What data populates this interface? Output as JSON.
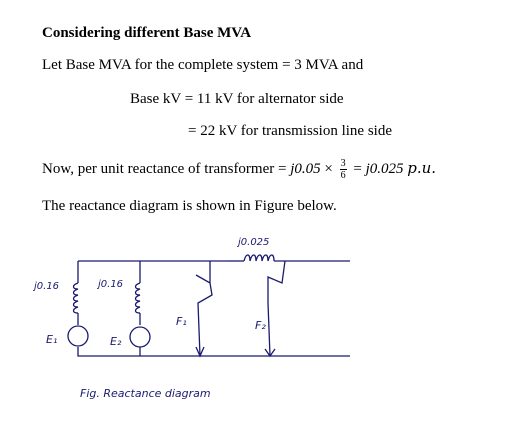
{
  "heading": "Considering different Base MVA",
  "line1": "Let Base MVA for the complete system = 3 MVA and",
  "line2": "Base kV = 11 kV for alternator side",
  "line3": "= 22 kV for transmission line side",
  "line4": {
    "prefix": "Now, per unit reactance of transformer = ",
    "value": "j0.05",
    "times": " × ",
    "frac_num": "3",
    "frac_den": "6",
    "equals": " = ",
    "result": "j0.025",
    "unit": "p.u."
  },
  "line5": "The reactance diagram is shown in Figure below.",
  "diagram": {
    "gen1_reactance": "j0.16",
    "gen2_reactance": "j0.16",
    "gen1_label": "E₁",
    "gen2_label": "E₂",
    "transformer_reactance": "j0.025",
    "fault1_label": "F₁",
    "fault2_label": "F₂",
    "caption": "Fig. Reactance diagram",
    "ink_color": "#1a1a70"
  }
}
